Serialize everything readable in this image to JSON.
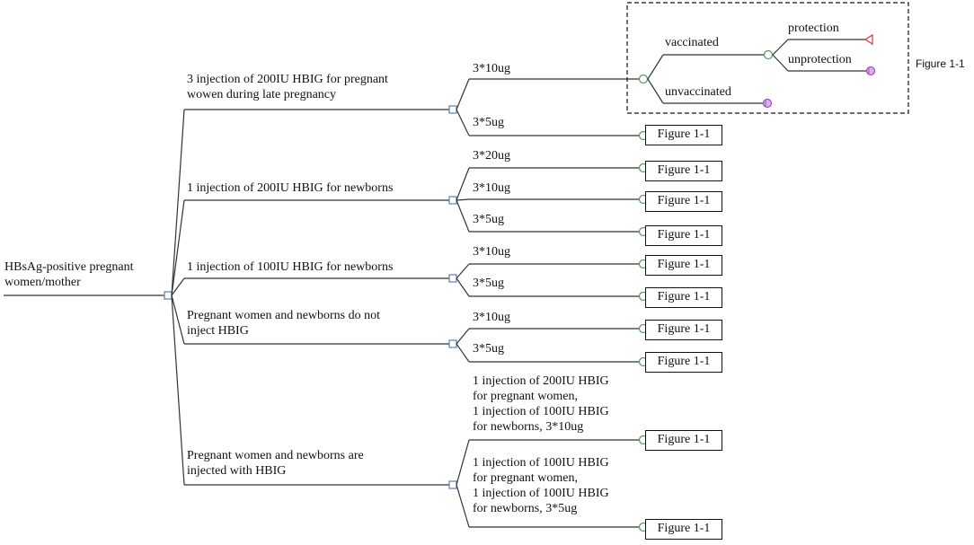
{
  "root": {
    "label": "HBsAg-positive pregnant\nwomen/mother"
  },
  "strategies": [
    {
      "label": "3 injection of 200IU HBIG for pregnant\nwowen during late pregnancy"
    },
    {
      "label": "1 injection of 200IU HBIG for newborns"
    },
    {
      "label": "1 injection of 100IU HBIG for newborns"
    },
    {
      "label": "Pregnant women and newborns do not\ninject HBIG"
    },
    {
      "label": "Pregnant women and newborns are\ninjected with HBIG"
    }
  ],
  "vaccine_options": [
    "3*10ug",
    "3*5ug",
    "3*20ug",
    "3*10ug",
    "3*5ug",
    "3*10ug",
    "3*5ug",
    "3*10ug",
    "3*5ug",
    "1 injection of 200IU HBIG\nfor pregnant women,\n1 injection of 100IU HBIG\nfor newborns, 3*10ug",
    "1 injection of 100IU HBIG\nfor pregnant women,\n1 injection of 100IU HBIG\nfor newborns,  3*5ug"
  ],
  "reference_box_label": "Figure 1-1",
  "subtree": {
    "vaccinated": "vaccinated",
    "unvaccinated": "unvaccinated",
    "protection": "protection",
    "unprotection": "unprotection",
    "side_label": "Figure 1-1"
  },
  "colors": {
    "line": "#333333",
    "decision_node": "#5b7fb5",
    "chance_node": "#4f9a5c",
    "terminal_triangle": "#d9334a",
    "markov_node": "#a04cc0"
  }
}
